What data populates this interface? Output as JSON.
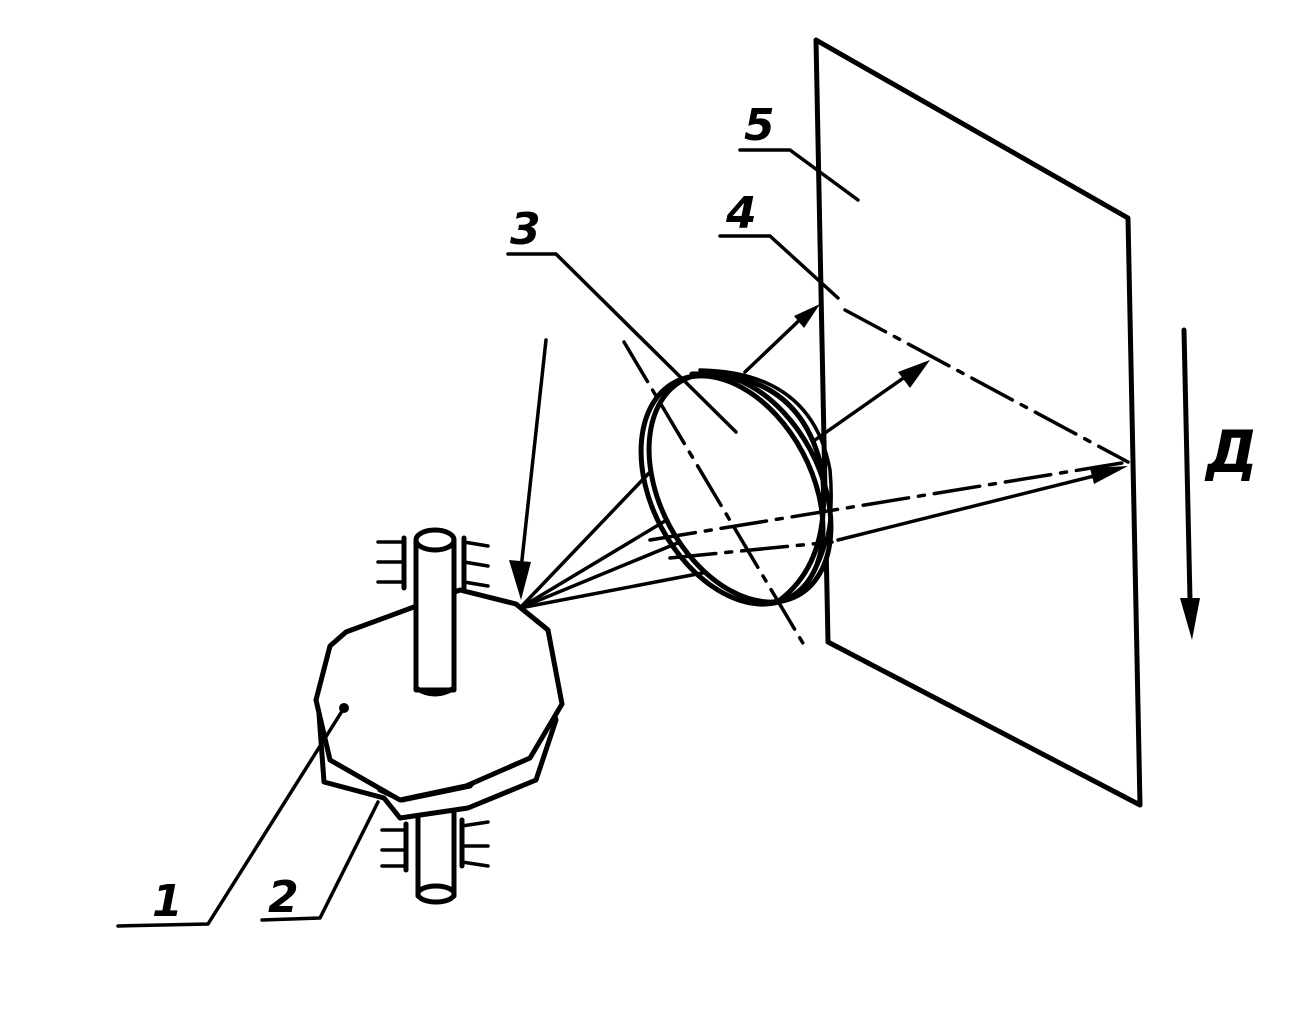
{
  "labels": {
    "part1": "1",
    "part2": "2",
    "part3": "3",
    "part4": "4",
    "part5": "5",
    "direction": "Д"
  },
  "colors": {
    "ink": "#000000",
    "paper": "#ffffff"
  }
}
